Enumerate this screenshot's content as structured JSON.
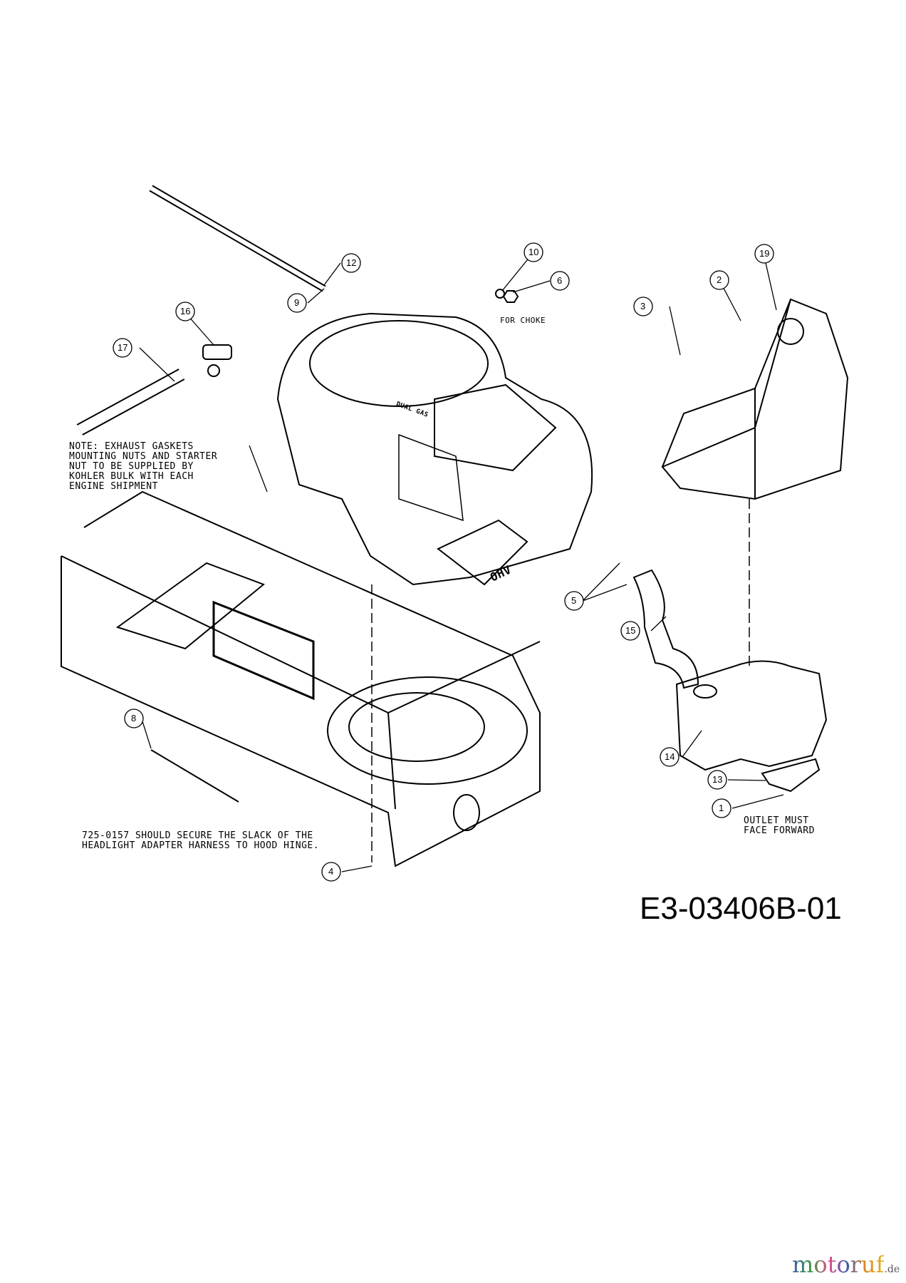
{
  "callouts": [
    "1",
    "2",
    "3",
    "4",
    "5",
    "6",
    "8",
    "9",
    "10",
    "12",
    "13",
    "14",
    "15",
    "16",
    "17",
    "19"
  ],
  "notes": {
    "for_choke": "FOR CHOKE",
    "kohler_note": "NOTE: EXHAUST GASKETS\nMOUNTING NUTS AND STARTER\nNUT TO BE SUPPLIED BY\nKOHLER BULK WITH EACH\nENGINE SHIPMENT",
    "harness_note": "725-0157 SHOULD SECURE THE SLACK OF THE\nHEADLIGHT ADAPTER HARNESS TO HOOD HINGE.",
    "outlet_note": "OUTLET MUST\nFACE FORWARD",
    "engine_brand": "DUAL GAS",
    "engine_ohv": "OHV"
  },
  "drawing_code": "E3-03406B-01",
  "watermark": {
    "name": "motoruf",
    "suffix": ".de"
  }
}
